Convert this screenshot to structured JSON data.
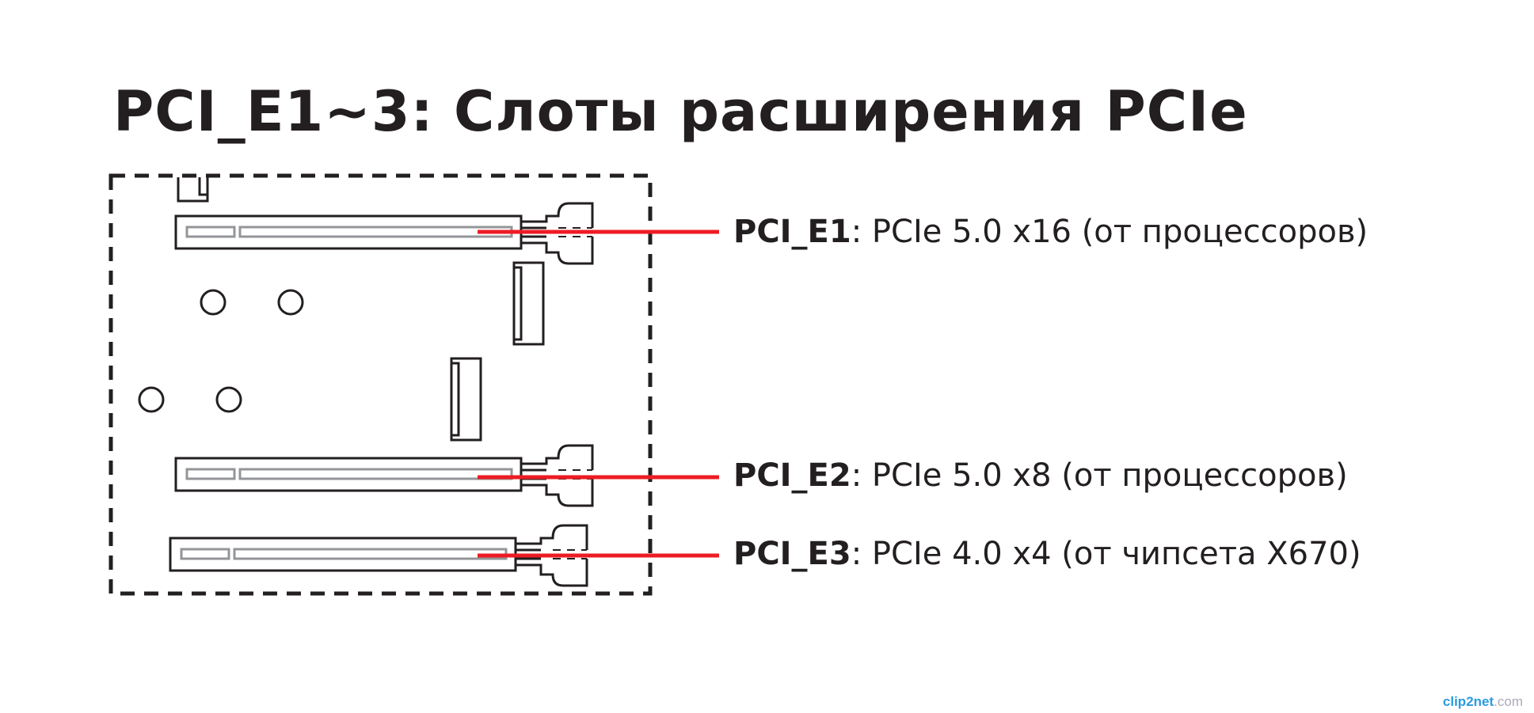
{
  "title": "PCI_E1~3: Слоты расширения PCIe",
  "slots": [
    {
      "name": "PCI_E1",
      "desc": ": PCIe 5.0 x16 (от процессоров)"
    },
    {
      "name": "PCI_E2",
      "desc": ": PCIe 5.0 x8 (от процессоров)"
    },
    {
      "name": "PCI_E3",
      "desc": ": PCIe 4.0 x4 (от чипсета X670)"
    }
  ],
  "colors": {
    "accent": "#ed1c24",
    "line": "#231f20",
    "inner": "#939598"
  },
  "watermark": {
    "a": "clip2net",
    "b": ".com"
  }
}
